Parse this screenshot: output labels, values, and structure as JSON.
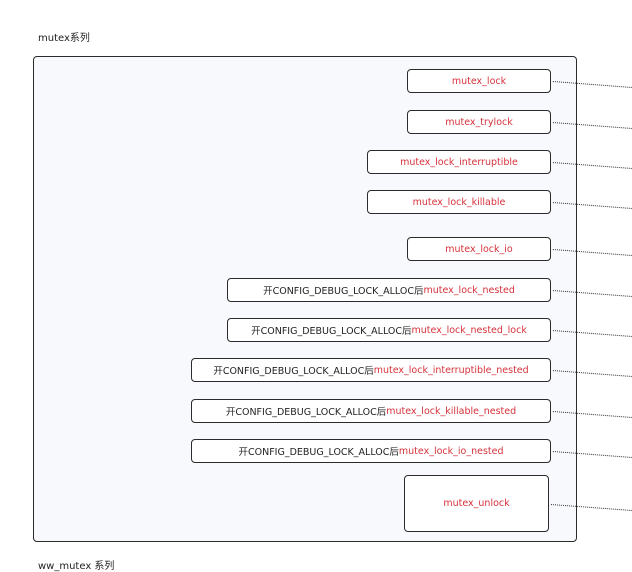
{
  "section": {
    "title": "mutex系列",
    "next_title": "ww_mutex 系列"
  },
  "nodes": [
    {
      "prefix": "",
      "fn": "mutex_lock"
    },
    {
      "prefix": "",
      "fn": "mutex_trylock"
    },
    {
      "prefix": "",
      "fn": "mutex_lock_interruptible"
    },
    {
      "prefix": "",
      "fn": "mutex_lock_killable"
    },
    {
      "prefix": "",
      "fn": "mutex_lock_io"
    },
    {
      "prefix": "开CONFIG_DEBUG_LOCK_ALLOC后",
      "fn": "mutex_lock_nested"
    },
    {
      "prefix": "开CONFIG_DEBUG_LOCK_ALLOC后",
      "fn": "mutex_lock_nested_lock"
    },
    {
      "prefix": "开CONFIG_DEBUG_LOCK_ALLOC后",
      "fn": "mutex_lock_interruptible_nested"
    },
    {
      "prefix": "开CONFIG_DEBUG_LOCK_ALLOC后",
      "fn": "mutex_lock_killable_nested"
    },
    {
      "prefix": "开CONFIG_DEBUG_LOCK_ALLOC后",
      "fn": "mutex_lock_io_nested"
    },
    {
      "prefix": "",
      "fn": "mutex_unlock"
    }
  ],
  "colors": {
    "function_name": "#d6323a",
    "text": "#222222",
    "border": "#2b2b2b",
    "group_fill": "#f7f9fd"
  }
}
